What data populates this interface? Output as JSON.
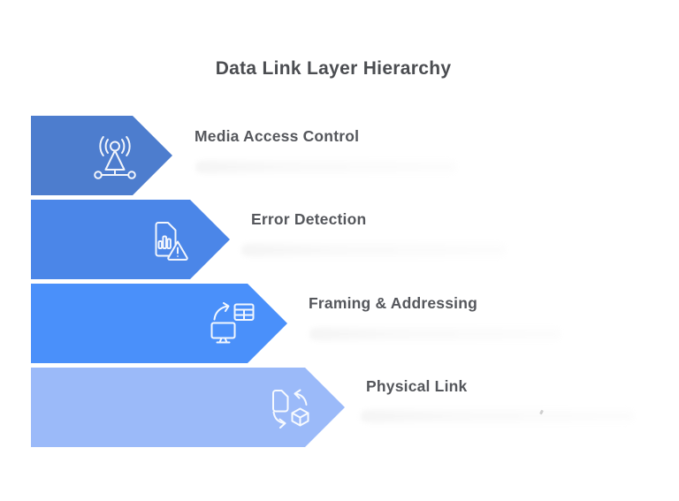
{
  "page": {
    "title": "Data Link Layer Hierarchy"
  },
  "colors": {
    "title_text": "#4b4d51",
    "label_text": "#55575c",
    "layer1": "#4d7dce",
    "layer2": "#4b86e8",
    "layer3": "#4a90fa",
    "layer4": "#9bbaf9",
    "icon_stroke": "#ffffff"
  },
  "layers": [
    {
      "label": "Media Access Control",
      "icon": "broadcast-antenna-icon",
      "color": "#4d7dce",
      "subtitle_redacted": true
    },
    {
      "label": "Error Detection",
      "icon": "document-chart-warning-icon",
      "color": "#4b86e8",
      "subtitle_redacted": true
    },
    {
      "label": "Framing & Addressing",
      "icon": "monitor-table-transfer-icon",
      "color": "#4a90fa",
      "subtitle_redacted": true
    },
    {
      "label": "Physical Link",
      "icon": "document-cube-sync-icon",
      "color": "#9bbaf9",
      "subtitle_redacted": true
    }
  ]
}
